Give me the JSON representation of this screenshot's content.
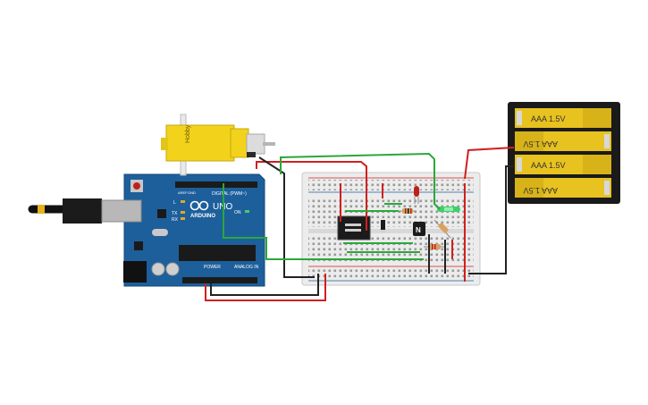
{
  "colors": {
    "board": "#1d5f9b",
    "breadboard": "#e9e9e9",
    "wire_red": "#d11f1f",
    "wire_black": "#222222",
    "wire_green": "#2aa83a",
    "motor_yellow": "#f2d21b",
    "battery_yellow": "#e8c21f",
    "battery_case": "#1a1a1a",
    "led_red": "#c0201b",
    "led_green": "#3fcf6a"
  },
  "icons": [
    "usb-connector-icon",
    "reset-button-icon",
    "arduino-infinity-logo-icon"
  ],
  "motor": {
    "label": "Hobby"
  },
  "arduino": {
    "brand": "ARDUINO",
    "model": "UNO",
    "on_label": "ON",
    "digital_label": "DIGITAL (PWM~)",
    "power_label": "POWER",
    "analog_label": "ANALOG IN",
    "l_label": "L",
    "tx_label": "TX",
    "rx_label": "RX",
    "aref_label": "AREF",
    "gnd_label": "GND"
  },
  "battery": {
    "cells": [
      {
        "label": "AAA 1.5V",
        "flipped": false
      },
      {
        "label": "AAA 1.5V",
        "flipped": true
      },
      {
        "label": "AAA 1.5V",
        "flipped": false
      },
      {
        "label": "AAA 1.5V",
        "flipped": true
      }
    ]
  },
  "transistor": {
    "label": "N"
  }
}
